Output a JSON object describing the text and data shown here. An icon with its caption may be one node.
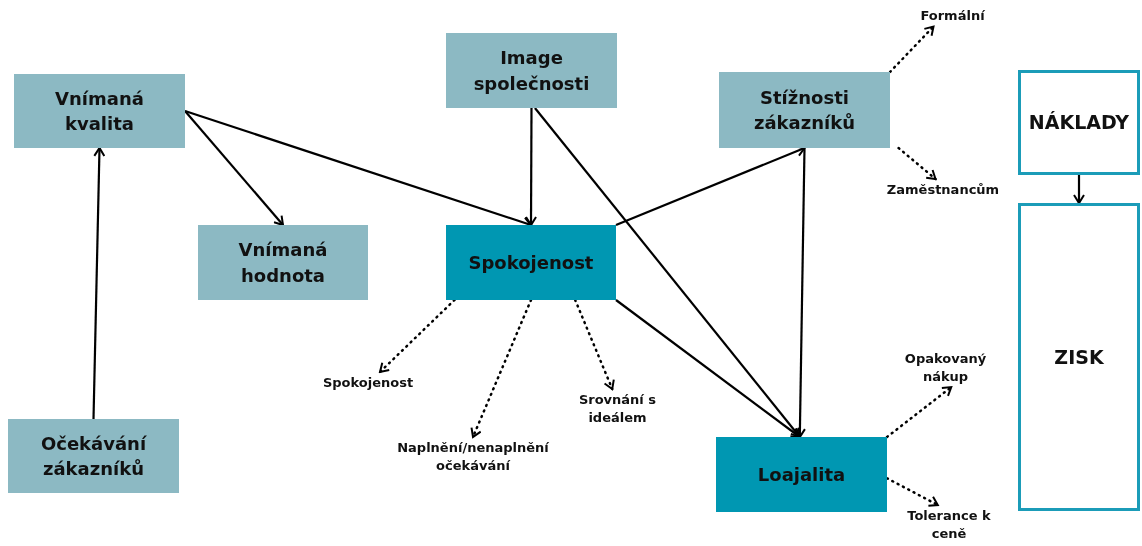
{
  "diagram": {
    "nodes": [
      {
        "text": [
          "Vnímaná kvalita"
        ]
      },
      {
        "text": [
          "Image společnosti"
        ]
      },
      {
        "text": [
          "Stížnosti zákazníků"
        ]
      },
      {
        "text": [
          "NÁKLADY"
        ]
      },
      {
        "text": [
          "Vnímaná hodnota"
        ]
      },
      {
        "text": [
          "Spokojenost"
        ]
      },
      {
        "text": [
          "ZISK"
        ]
      },
      {
        "text": [
          "Formální"
        ]
      },
      {
        "text": [
          "Zaměstnancům"
        ]
      },
      {
        "text": [
          "Spokojenost"
        ]
      },
      {
        "text": [
          "Srovnání s ideálem"
        ]
      },
      {
        "text": [
          "Naplnění/nenaplnění očekávání"
        ]
      },
      {
        "text": [
          "Opakovaný nákup"
        ]
      },
      {
        "text": [
          "Očekávání zákazníků"
        ]
      },
      {
        "text": [
          "Loajalita"
        ]
      },
      {
        "text": [
          "Tolerance k ceně"
        ]
      }
    ],
    "edges": [
      {
        "from": 13,
        "to": 0,
        "arrow": "to"
      },
      {
        "from": 0,
        "to": 4,
        "arrow": "to"
      },
      {
        "from": 0,
        "to": 5,
        "arrow": "to"
      },
      {
        "from": 1,
        "to": 5,
        "arrow": "to"
      },
      {
        "from": 1,
        "to": 14,
        "arrow": "to"
      },
      {
        "from": 5,
        "to": 2,
        "arrow": "to"
      },
      {
        "from": 2,
        "to": 14,
        "arrow": "to"
      },
      {
        "from": 5,
        "to": 14,
        "arrow": "to"
      },
      {
        "from": 3,
        "to": 6,
        "arrow": "to"
      },
      {
        "from": 2,
        "to": 7,
        "arrow": "to",
        "style": "dashed"
      },
      {
        "from": 2,
        "to": 8,
        "arrow": "to",
        "style": "dashed"
      },
      {
        "from": 5,
        "to": 9,
        "arrow": "to",
        "style": "dashed"
      },
      {
        "from": 5,
        "to": 11,
        "arrow": "to",
        "style": "dashed"
      },
      {
        "from": 5,
        "to": 10,
        "arrow": "to",
        "style": "dashed"
      },
      {
        "from": 14,
        "to": 12,
        "arrow": "to",
        "style": "dashed"
      },
      {
        "from": 14,
        "to": 15,
        "arrow": "to",
        "style": "dashed"
      }
    ]
  }
}
